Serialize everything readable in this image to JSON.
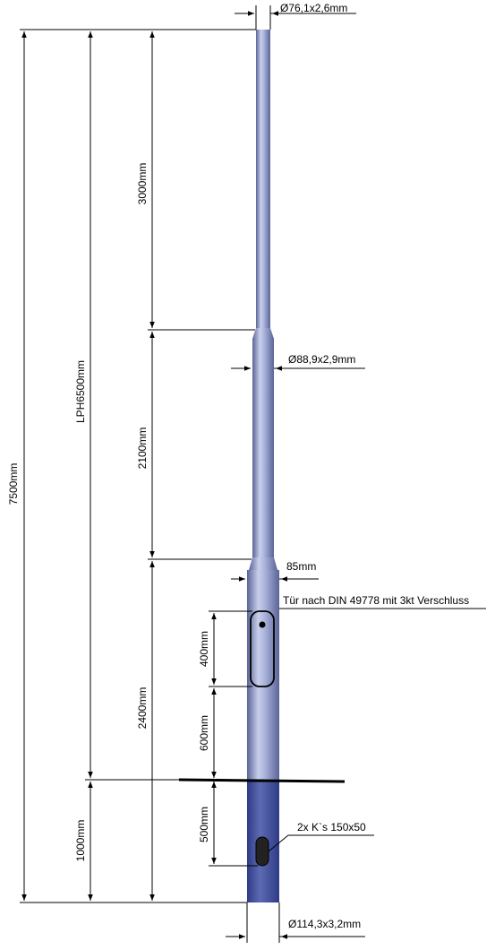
{
  "diameters": {
    "top": "Ø76,1x2,6mm",
    "middle": "Ø88,9x2,9mm",
    "bottom": "Ø114,3x3,2mm"
  },
  "dimensions": {
    "total": "7500mm",
    "lph": "LPH6500mm",
    "upper_section": "3000mm",
    "middle_section": "2100mm",
    "lower_section": "2400mm",
    "buried": "1000mm",
    "door_height": "400mm",
    "door_offset": "600mm",
    "cable_offset": "500mm",
    "collar": "85mm"
  },
  "annotations": {
    "door": "Tür nach DIN 49778 mit 3kt Verschluss",
    "cable_entry": "2x K`s 150x50"
  },
  "colors": {
    "pole_light": "#c9d0ec",
    "pole_dark": "#5a6496",
    "buried": "#3d4c9c"
  }
}
